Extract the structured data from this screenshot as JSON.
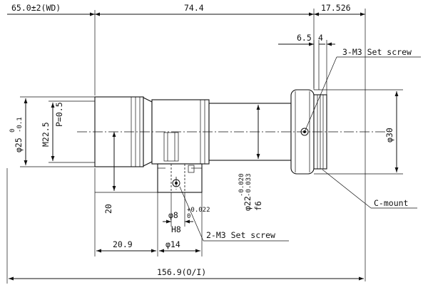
{
  "drawing": {
    "dimensions": {
      "working_distance": "65.0±2(WD)",
      "body_length": "74.4",
      "flange_offset": "17.526",
      "dim_6_5": "6.5",
      "dim_4": "4",
      "diameter_25": "φ25",
      "tol_25_upper": "0",
      "tol_25_lower": "-0.1",
      "thread_size": "M22.5",
      "thread_pitch": "P=0.5",
      "diameter_30": "φ30",
      "height_20": "20",
      "diameter_8": "φ8",
      "tol_8_upper": "+0.022",
      "tol_8_lower": "0",
      "fit_h8": "H8",
      "diameter_22": "φ22",
      "tol_22_upper": "-0.020",
      "tol_22_lower": "-0.033",
      "fit_f6": "f6",
      "length_20_9": "20.9",
      "diameter_14": "φ14",
      "overall_length": "156.9(O/I)"
    },
    "callouts": {
      "set_screw_top": "3-M3 Set screw",
      "set_screw_bottom": "2-M3 Set screw",
      "mount": "C-mount"
    }
  }
}
